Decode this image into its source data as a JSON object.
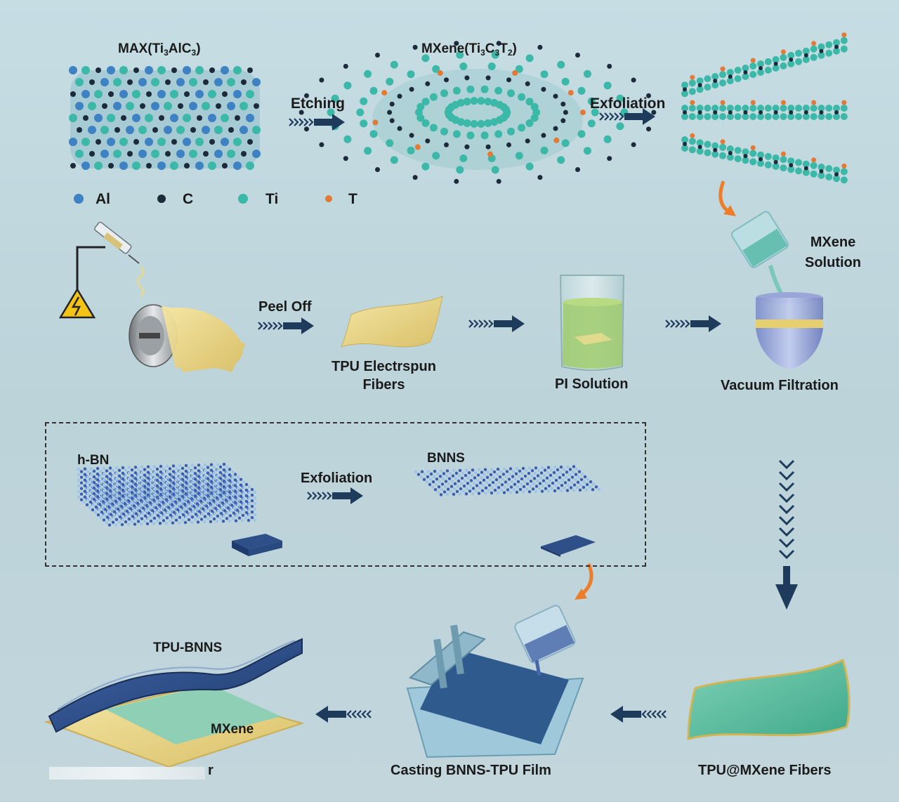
{
  "labels": {
    "max_prefix": "MAX(Ti",
    "max_sub1": "3",
    "max_mid": "AlC",
    "max_sub2": "3",
    "max_suffix": ")",
    "mxene_prefix": "MXene(Ti",
    "mxene_sub1": "3",
    "mxene_mid1": "C",
    "mxene_sub2": "3",
    "mxene_mid2": "T",
    "mxene_sub3": "2",
    "mxene_suffix": ")",
    "etching": "Etching",
    "exfoliation_top": "Exfoliation",
    "legend_al": "Al",
    "legend_c": "C",
    "legend_ti": "Ti",
    "legend_t": "T",
    "mxene_solution_1": "MXene",
    "mxene_solution_2": "Solution",
    "peel_off": "Peel Off",
    "tpu_fibers_1": "TPU Electrspun",
    "tpu_fibers_2": "Fibers",
    "pi_solution": "PI Solution",
    "vacuum_filtration": "Vacuum Filtration",
    "hbn": "h-BN",
    "bnns": "BNNS",
    "exfoliation_box": "Exfoliation",
    "tpu_bnns": "TPU-BNNS",
    "mxene_layer": "MXene",
    "casting": "Casting BNNS-TPU Film",
    "tpu_mxene_fibers": "TPU@MXene Fibers",
    "partial_r": "r"
  },
  "colors": {
    "al": "#3f82c4",
    "c": "#1c2a3a",
    "ti": "#3cb8a8",
    "t": "#e27a33",
    "arrow": "#1f3b5c",
    "fiber_yellow": "#ecd98a",
    "mxene_green": "#5fbfa2",
    "bnns_blue": "#2e4f88",
    "orange_arrow": "#ee7d2a"
  }
}
